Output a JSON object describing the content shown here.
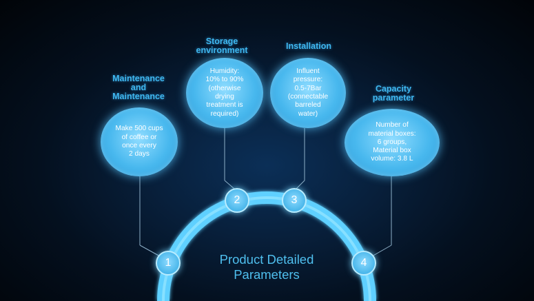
{
  "center_title": "Product Detailed\nParameters",
  "colors": {
    "arc": "#5fd0ff",
    "bubble": "#48b8ee",
    "heading": "#3fb8f0",
    "connector": "#8fb0c8"
  },
  "items": [
    {
      "number": "1",
      "heading": "Maintenance\nand\nMaintenance",
      "text": "Make 500 cups\nof coffee or\nonce every\n2 days"
    },
    {
      "number": "2",
      "heading": "Storage\nenvironment",
      "text": "Humidity:\n10% to 90%\n(otherwise\ndrying\ntreatment is\nrequired)"
    },
    {
      "number": "3",
      "heading": "Installation",
      "text": "Influent\npressure:\n0.5-7Bar\n(connectable\nbarreled\nwater)"
    },
    {
      "number": "4",
      "heading": "Capacity\nparameter",
      "text": "Number of\nmaterial boxes:\n6 groups,\nMaterial box\nvolume: 3.8 L"
    }
  ]
}
